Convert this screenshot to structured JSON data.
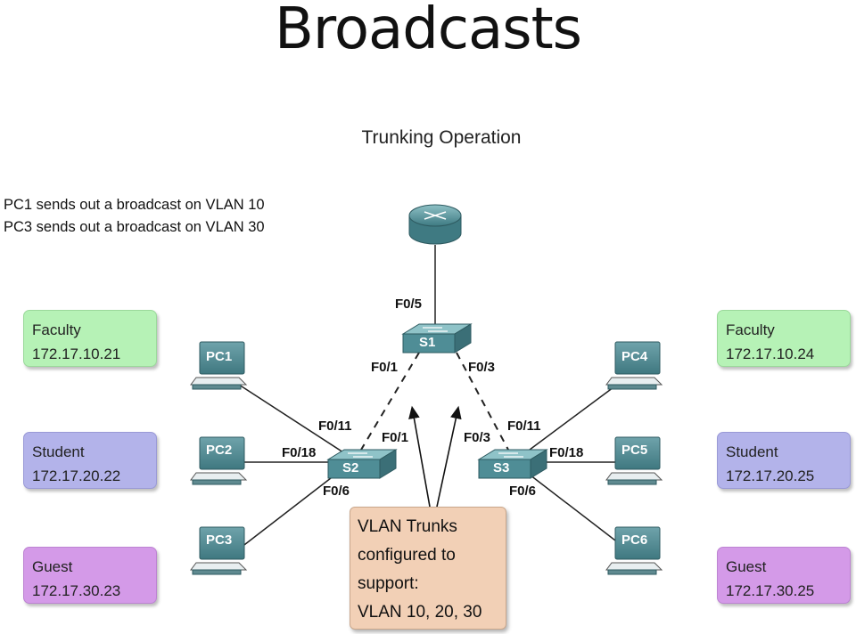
{
  "slide_title": "Broadcasts",
  "diagram_title": "Trunking Operation",
  "notes": [
    "PC1 sends out a broadcast on VLAN 10",
    "PC3 sends out a broadcast on VLAN 30"
  ],
  "vlan_boxes": {
    "left_faculty": {
      "name": "Faculty",
      "ip": "172.17.10.21"
    },
    "left_student": {
      "name": "Student",
      "ip": "172.17.20.22"
    },
    "left_guest": {
      "name": "Guest",
      "ip": "172.17.30.23"
    },
    "right_faculty": {
      "name": "Faculty",
      "ip": "172.17.10.24"
    },
    "right_student": {
      "name": "Student",
      "ip": "172.17.20.25"
    },
    "right_guest": {
      "name": "Guest",
      "ip": "172.17.30.25"
    }
  },
  "devices": {
    "pc1": "PC1",
    "pc2": "PC2",
    "pc3": "PC3",
    "pc4": "PC4",
    "pc5": "PC5",
    "pc6": "PC6",
    "s1": "S1",
    "s2": "S2",
    "s3": "S3"
  },
  "ports": {
    "router_s1": "F0/5",
    "s1_left": "F0/1",
    "s1_right": "F0/3",
    "s2_pc1": "F0/11",
    "s2_pc2": "F0/18",
    "s2_pc3": "F0/6",
    "s2_trunk": "F0/1",
    "s3_trunk": "F0/3",
    "s3_pc4": "F0/11",
    "s3_pc5": "F0/18",
    "s3_pc6": "F0/6"
  },
  "trunk_callout": [
    "VLAN Trunks",
    "configured to",
    "support:",
    "VLAN 10, 20, 30"
  ],
  "colors": {
    "faculty": "#b6f2b6",
    "student": "#b3b3ea",
    "guest": "#d49ae8",
    "callout": "#f2d0b6",
    "device_teal": "#4f8d96"
  }
}
